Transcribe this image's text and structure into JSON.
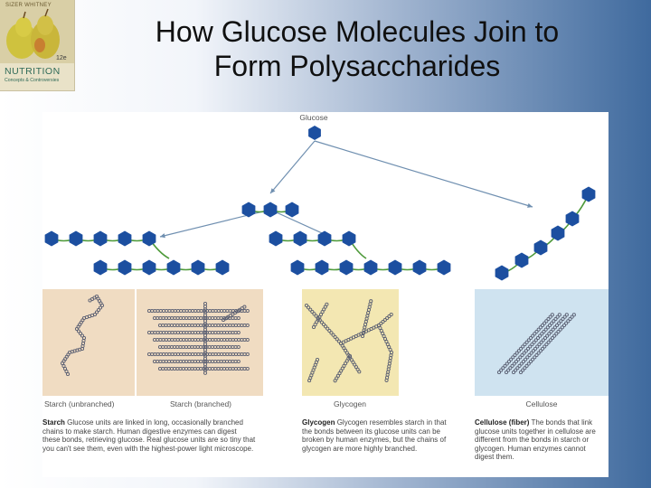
{
  "slide": {
    "title_line1": "How Glucose Molecules Join to",
    "title_line2": "Form Polysaccharides"
  },
  "logo": {
    "authors": "SIZER WHITNEY",
    "brand": "NUTRITION",
    "subtitle": "Concepts & Controversies",
    "edition": "12e"
  },
  "figure": {
    "top_label": "Glucose",
    "labels": {
      "starch_unbranched": "Starch (unbranched)",
      "starch_branched": "Starch (branched)",
      "glycogen": "Glycogen",
      "cellulose": "Cellulose"
    },
    "captions": {
      "starch_term": "Starch",
      "starch_text": "Glucose units are linked in long, occasionally branched chains to make starch. Human digestive enzymes can digest these bonds, retrieving glucose. Real glucose units are so tiny that you can't see them, even with the highest-power light microscope.",
      "glycogen_term": "Glycogen",
      "glycogen_text": "Glycogen resembles starch in that the bonds between its glucose units can be broken by human enzymes, but the chains of glycogen are more highly branched.",
      "cellulose_term": "Cellulose (fiber)",
      "cellulose_text": "The bonds that link glucose units together in cellulose are different from the bonds in starch or glycogen. Human enzymes cannot digest them."
    },
    "colors": {
      "hexagon": "#1c4fa0",
      "bond": "#4e9a3a",
      "arrow": "#6f8fb0",
      "panel_starch": "#f0dcc2",
      "panel_glycogen": "#f3e7b2",
      "panel_cellulose": "#cfe3f0"
    }
  }
}
